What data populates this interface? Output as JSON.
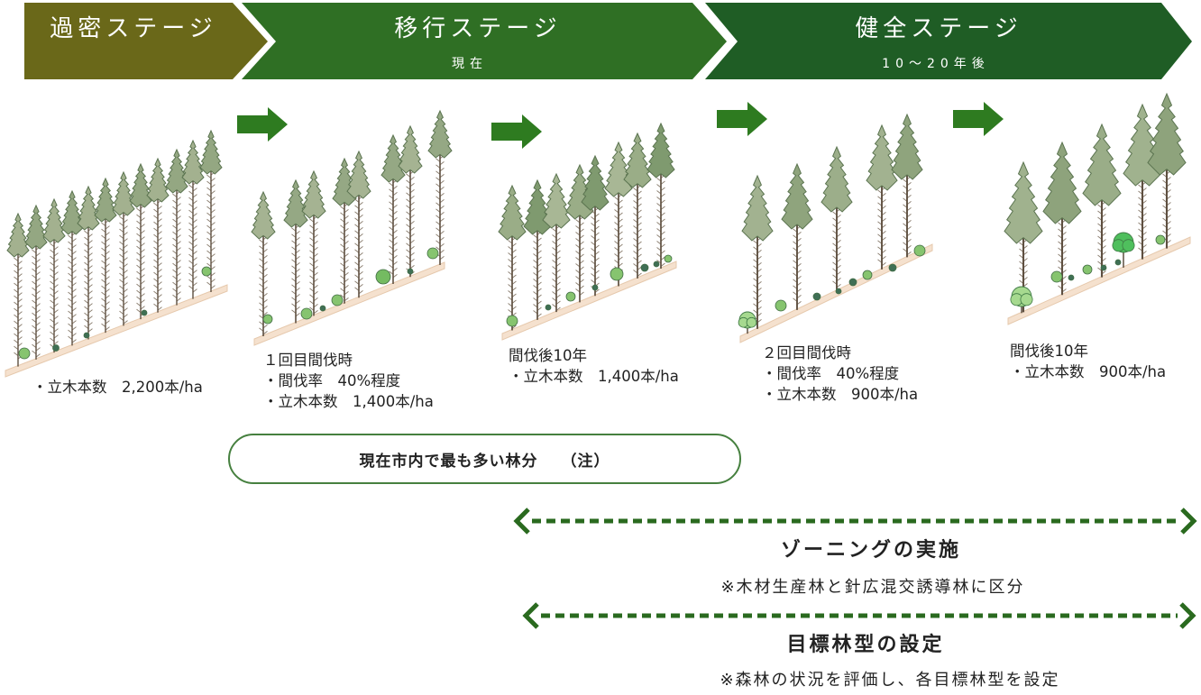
{
  "stages": [
    {
      "title": "過密ステージ",
      "color": "#6a6819"
    },
    {
      "title": "移行ステージ",
      "subtitle": "現在",
      "color": "#2f6f24"
    },
    {
      "title": "健全ステージ",
      "subtitle": "10～20年後",
      "color": "#1f5d25"
    }
  ],
  "stands": [
    {
      "lines": [
        "・立木本数　2,200本/ha"
      ]
    },
    {
      "lines": [
        "１回目間伐時",
        "・間伐率　40%程度",
        "・立木本数　1,400本/ha"
      ]
    },
    {
      "lines": [
        "間伐後10年",
        "・立木本数　1,400本/ha"
      ]
    },
    {
      "lines": [
        "２回目間伐時",
        "・間伐率　40%程度",
        "・立木本数　900本/ha"
      ]
    },
    {
      "lines": [
        "間伐後10年",
        "・立木本数　900本/ha"
      ]
    }
  ],
  "highlight": {
    "label": "現在市内で最も多い林分",
    "note": "（注）"
  },
  "actions": [
    {
      "title": "ゾーニングの実施",
      "note": "※木材生産林と針広混交誘導林に区分"
    },
    {
      "title": "目標林型の設定",
      "note": "※森林の状況を評価し、各目標林型を設定"
    }
  ],
  "colors": {
    "progress_arrow": "#2e7b20",
    "range_arrow": "#2a6a1f",
    "highlight_border": "#46803f"
  }
}
